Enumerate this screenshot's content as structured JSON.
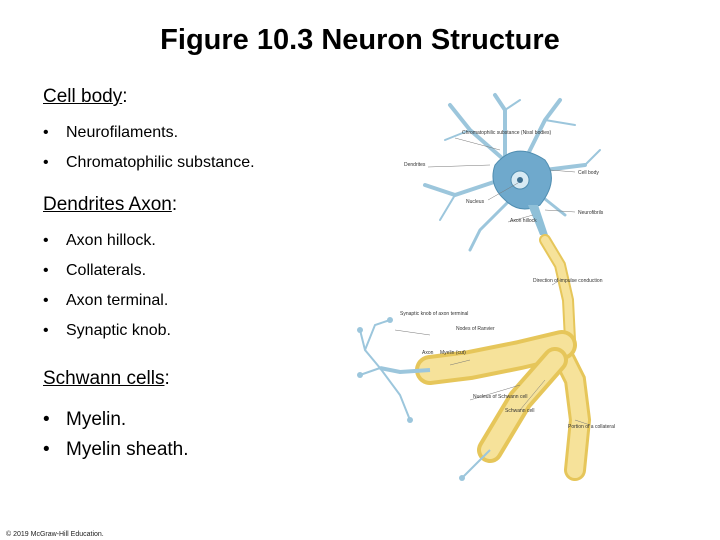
{
  "title": "Figure 10.3 Neuron Structure",
  "sections": {
    "cell_body": {
      "heading": "Cell body",
      "colon": ":",
      "items": [
        "Neurofilaments.",
        "Chromatophilic substance."
      ]
    },
    "dendrites_axon": {
      "heading": "Dendrites Axon",
      "colon": ":",
      "items": [
        "Axon hillock.",
        "Collaterals.",
        "Axon terminal.",
        "Synaptic knob."
      ]
    },
    "schwann": {
      "heading": "Schwann cells",
      "colon": ":",
      "items": [
        "Myelin.",
        "Myelin sheath."
      ]
    }
  },
  "figure_labels": {
    "chromatophilic": "Chromatophilic substance (Nissl bodies)",
    "dendrites": "Dendrites",
    "cell_body": "Cell body",
    "nucleus": "Nucleus",
    "axon_hillock": "Axon hillock",
    "neurofibrils": "Neurofibrils",
    "impulse": "Direction of impulse conduction",
    "synaptic_knob": "Synaptic knob of axon terminal",
    "nodes": "Nodes of Ranvier",
    "axon": "Axon",
    "myelin": "Myelin (cut)",
    "schwann_nucleus": "Nucleus of Schwann cell",
    "schwann_cell": "Schwann cell",
    "schwann_portion": "Portion of a collateral"
  },
  "copyright": "© 2019 McGraw-Hill Education."
}
